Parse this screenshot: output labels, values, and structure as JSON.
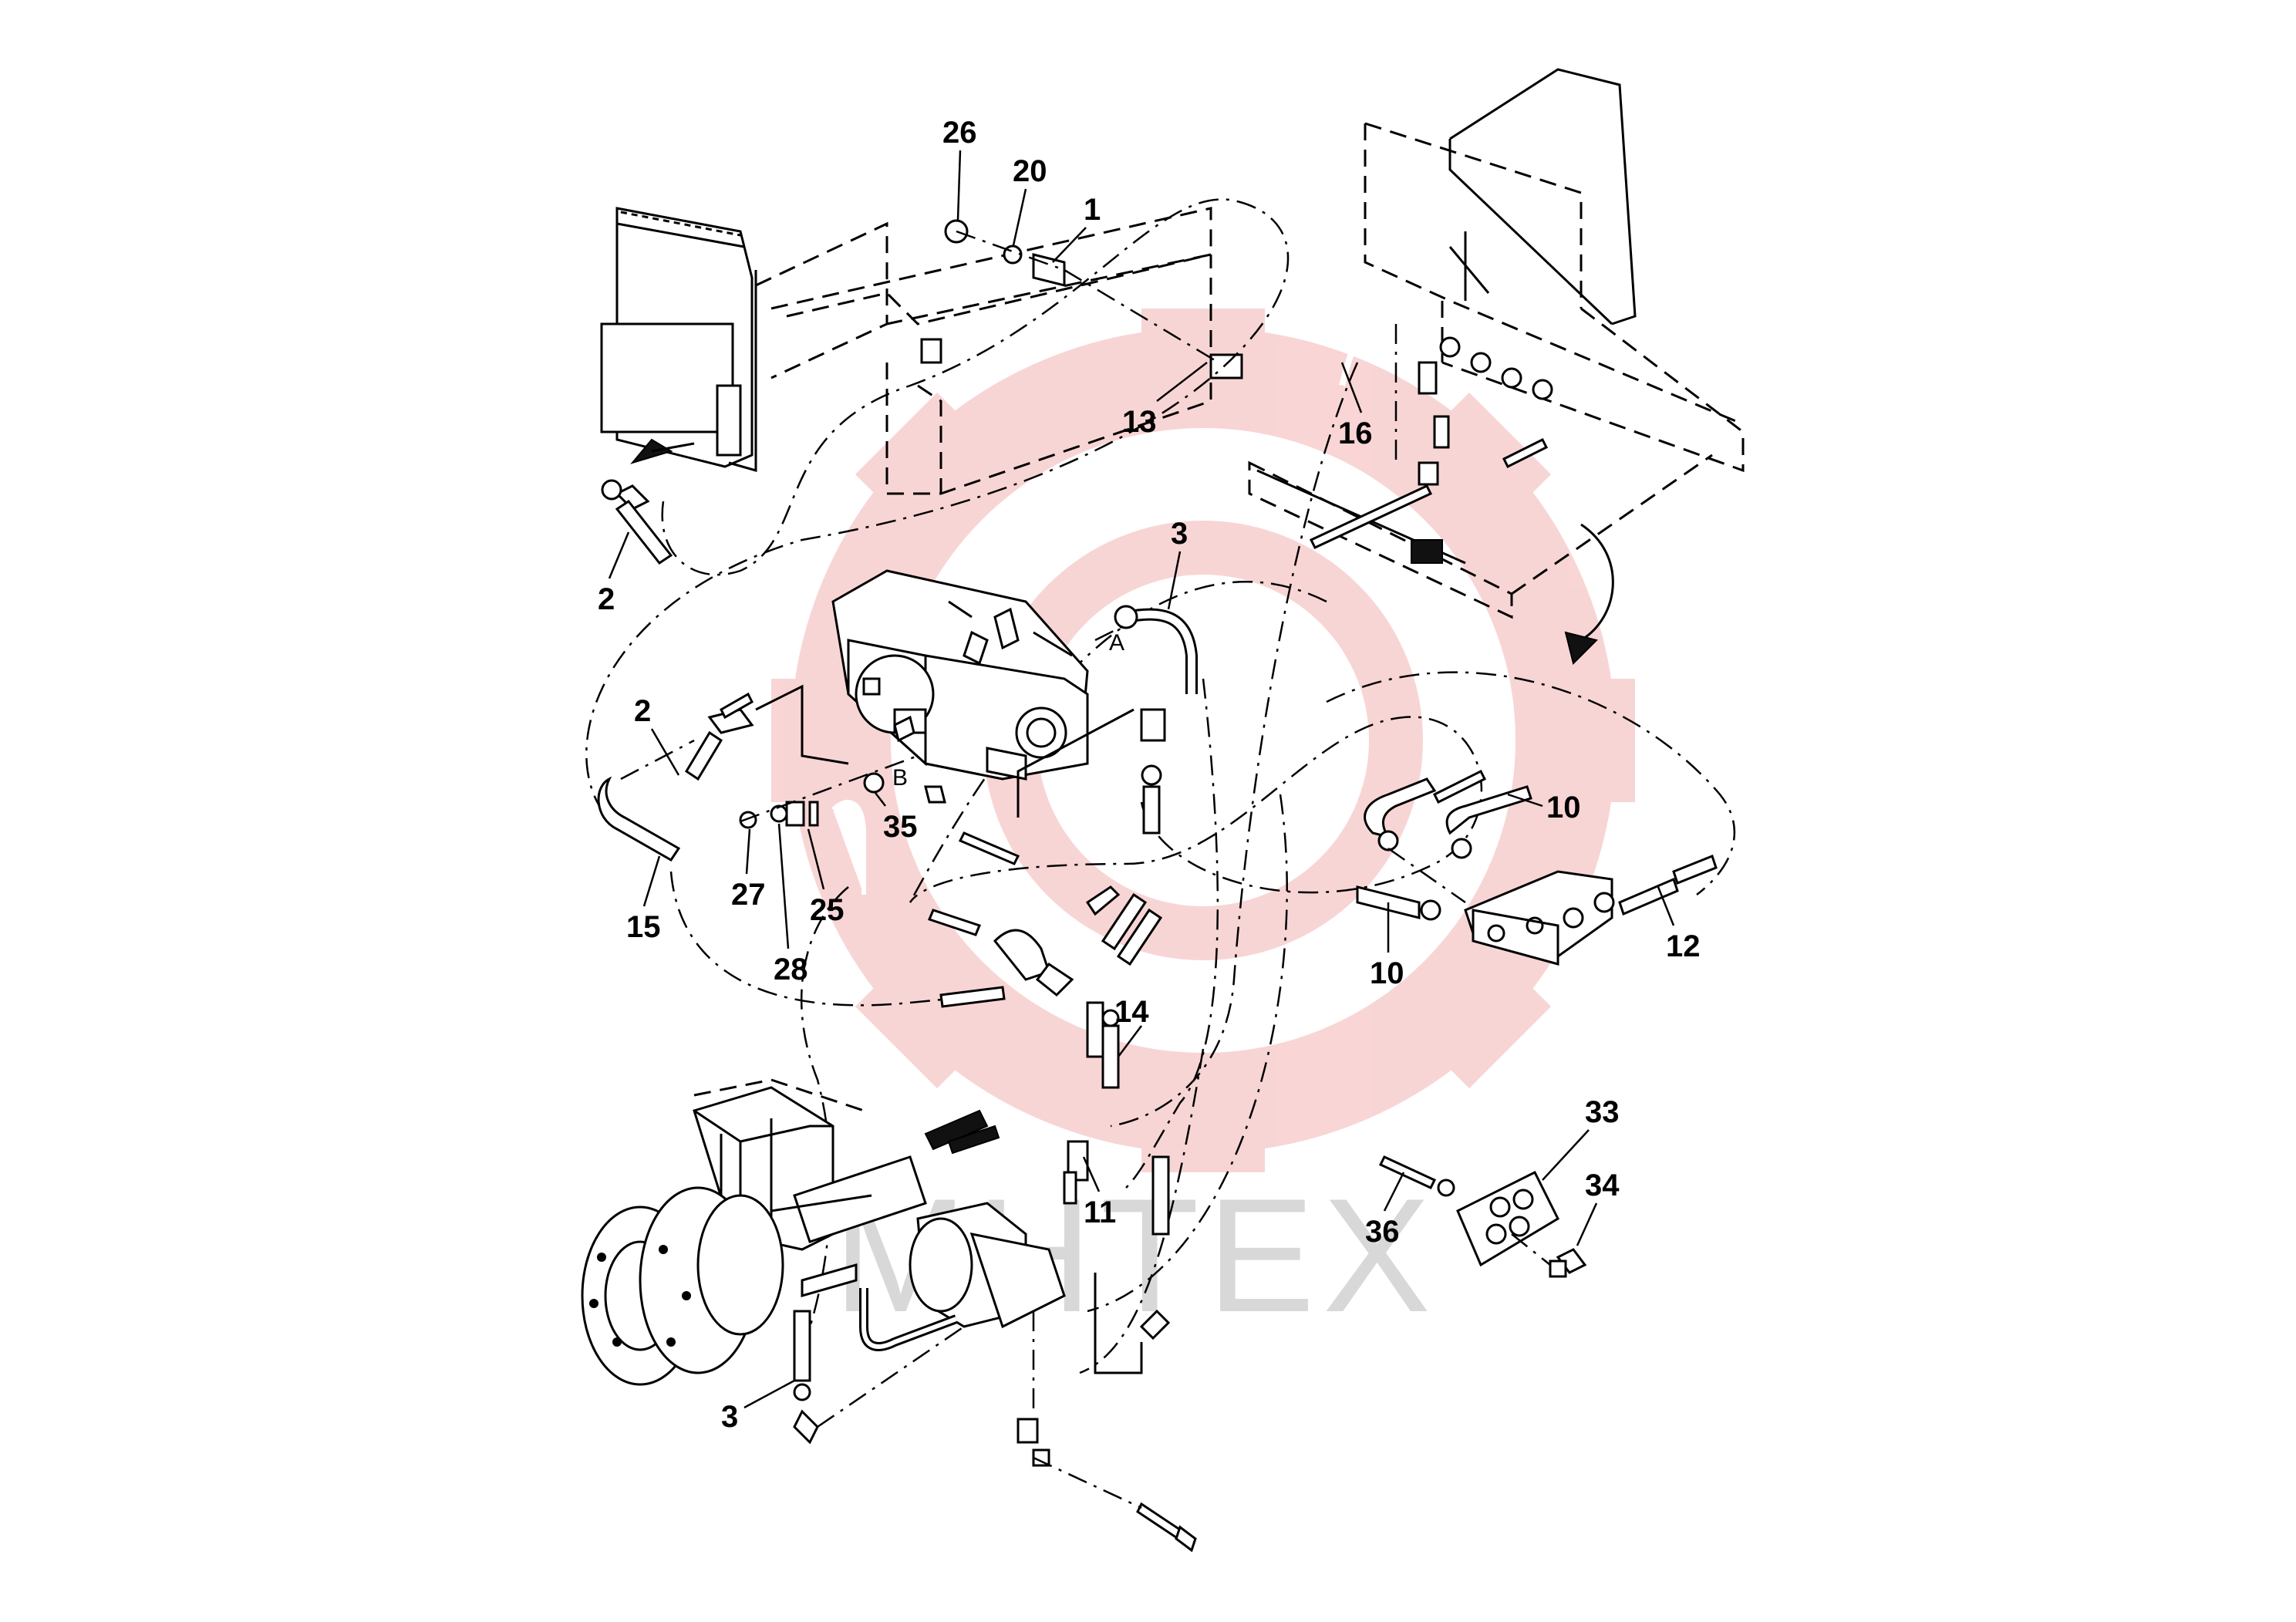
{
  "watermark": {
    "text": "MHTEX",
    "logo_color": "#f4b3b3",
    "text_color": "#d8d8d8"
  },
  "port_labels": [
    "A",
    "B"
  ],
  "callouts": [
    "26",
    "20",
    "1",
    "13",
    "16",
    "2",
    "3",
    "2",
    "15",
    "27",
    "28",
    "25",
    "35",
    "10",
    "10",
    "12",
    "14",
    "11",
    "33",
    "34",
    "36",
    "3"
  ]
}
